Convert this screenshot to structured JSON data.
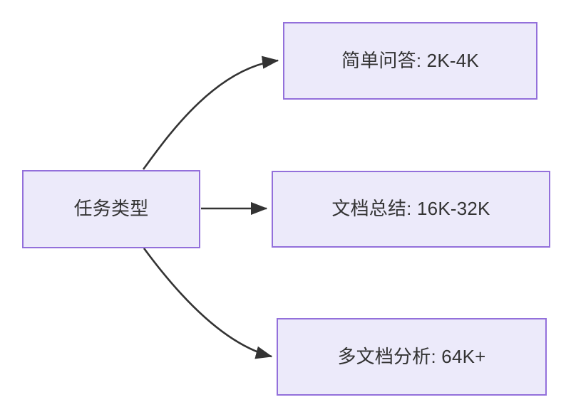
{
  "diagram": {
    "type": "flowchart",
    "direction": "left-to-right",
    "colors": {
      "node_fill": "#ECEAFA",
      "node_border": "#9370DB",
      "text": "#333333",
      "edge": "#333333",
      "background": "#ffffff"
    },
    "root": {
      "id": "task-type",
      "label": "任务类型"
    },
    "branches": [
      {
        "id": "simple-qa",
        "label": "简单问答: 2K-4K",
        "task": "简单问答",
        "context_range": "2K-4K"
      },
      {
        "id": "doc-summary",
        "label": "文档总结: 16K-32K",
        "task": "文档总结",
        "context_range": "16K-32K"
      },
      {
        "id": "multi-doc-analysis",
        "label": "多文档分析: 64K+",
        "task": "多文档分析",
        "context_range": "64K+"
      }
    ],
    "edges": [
      {
        "id": "edge-root-to-simple-qa",
        "from": "task-type",
        "to": "simple-qa",
        "label": ""
      },
      {
        "id": "edge-root-to-doc-summary",
        "from": "task-type",
        "to": "doc-summary",
        "label": ""
      },
      {
        "id": "edge-root-to-multi-doc",
        "from": "task-type",
        "to": "multi-doc-analysis",
        "label": ""
      }
    ]
  }
}
